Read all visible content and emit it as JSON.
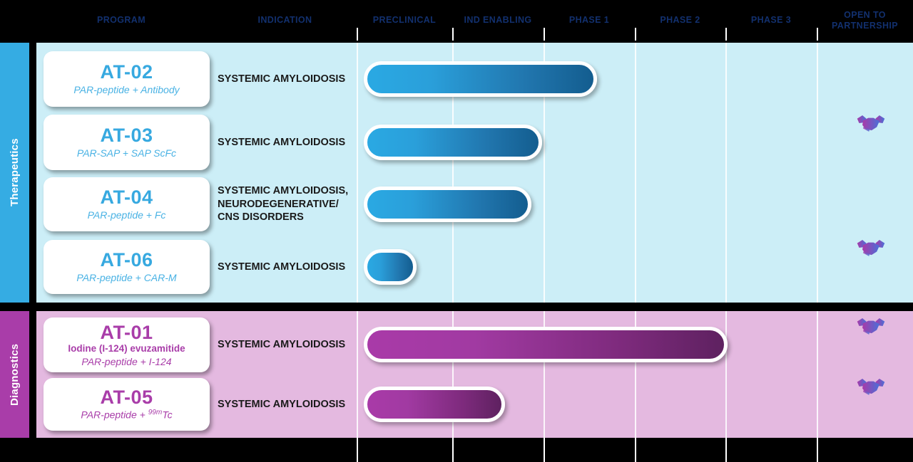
{
  "chart_data": {
    "type": "bar",
    "title": "Pipeline",
    "categories": [
      "AT-02",
      "AT-03",
      "AT-04",
      "AT-06",
      "AT-01",
      "AT-05"
    ],
    "stage_labels": [
      "PRECLINICAL",
      "IND ENABLING",
      "PHASE 1",
      "PHASE 2",
      "PHASE 3"
    ],
    "xlabel": "",
    "ylabel": "",
    "grid": true,
    "legend_position": "none",
    "series": [
      {
        "name": "Therapeutics",
        "values": [
          2.6,
          2.0,
          1.8,
          0.33
        ]
      },
      {
        "name": "Diagnostics",
        "values": [
          4.0,
          0.83
        ]
      }
    ],
    "values_unit": "stage-columns completed"
  },
  "header": {
    "columns": [
      {
        "label": "PROGRAM"
      },
      {
        "label": "INDICATION"
      },
      {
        "label": "PRECLINICAL"
      },
      {
        "label": "IND ENABLING"
      },
      {
        "label": "PHASE 1"
      },
      {
        "label": "PHASE 2"
      },
      {
        "label": "PHASE 3"
      },
      {
        "label_line1": "OPEN TO",
        "label_line2": "PARTNERSHIP"
      }
    ]
  },
  "sections": [
    {
      "id": "therapeutics",
      "label": "Therapeutics",
      "color": "#35ace3",
      "plate": "#cceef7"
    },
    {
      "id": "diagnostics",
      "label": "Diagnostics",
      "color": "#a93da9",
      "plate": "#e4b9e0"
    }
  ],
  "rows": [
    {
      "code": "AT-02",
      "generic": "",
      "sub": "PAR-peptide + Antibody",
      "indication": "SYSTEMIC AMYLOIDOSIS",
      "partnership": false
    },
    {
      "code": "AT-03",
      "generic": "",
      "sub": "PAR-SAP + SAP ScFc",
      "indication": "SYSTEMIC AMYLOIDOSIS",
      "partnership": true
    },
    {
      "code": "AT-04",
      "generic": "",
      "sub": "PAR-peptide + Fc",
      "indication_line1": "SYSTEMIC AMYLOIDOSIS,",
      "indication_line2": "NEURODEGENERATIVE/",
      "indication_line3": "CNS DISORDERS",
      "partnership": false
    },
    {
      "code": "AT-06",
      "generic": "",
      "sub": "PAR-peptide + CAR-M",
      "indication": "SYSTEMIC AMYLOIDOSIS",
      "partnership": true
    },
    {
      "code": "AT-01",
      "generic": "Iodine (I-124) evuzamitide",
      "sub_pre": "PAR-peptide + I-124",
      "indication": "SYSTEMIC AMYLOIDOSIS",
      "partnership": true
    },
    {
      "code": "AT-05",
      "generic": "",
      "sub_pre": "PAR-peptide + ",
      "sub_sup": "99m",
      "sub_post": "Tc",
      "indication": "SYSTEMIC AMYLOIDOSIS",
      "partnership": true
    }
  ],
  "colors": {
    "header_text": "#12306e",
    "therapeutics_accent": "#35ace3",
    "diagnostics_accent": "#a93da9",
    "therapeutics_plate": "#cceef7",
    "diagnostics_plate": "#e4b9e0",
    "bar_blue_start": "#2aa9e3",
    "bar_blue_end": "#135d8f",
    "bar_purple_start": "#a93aa8",
    "bar_purple_end": "#5e2160",
    "background": "#000000"
  },
  "icons": {
    "partnership": "handshake-icon"
  }
}
